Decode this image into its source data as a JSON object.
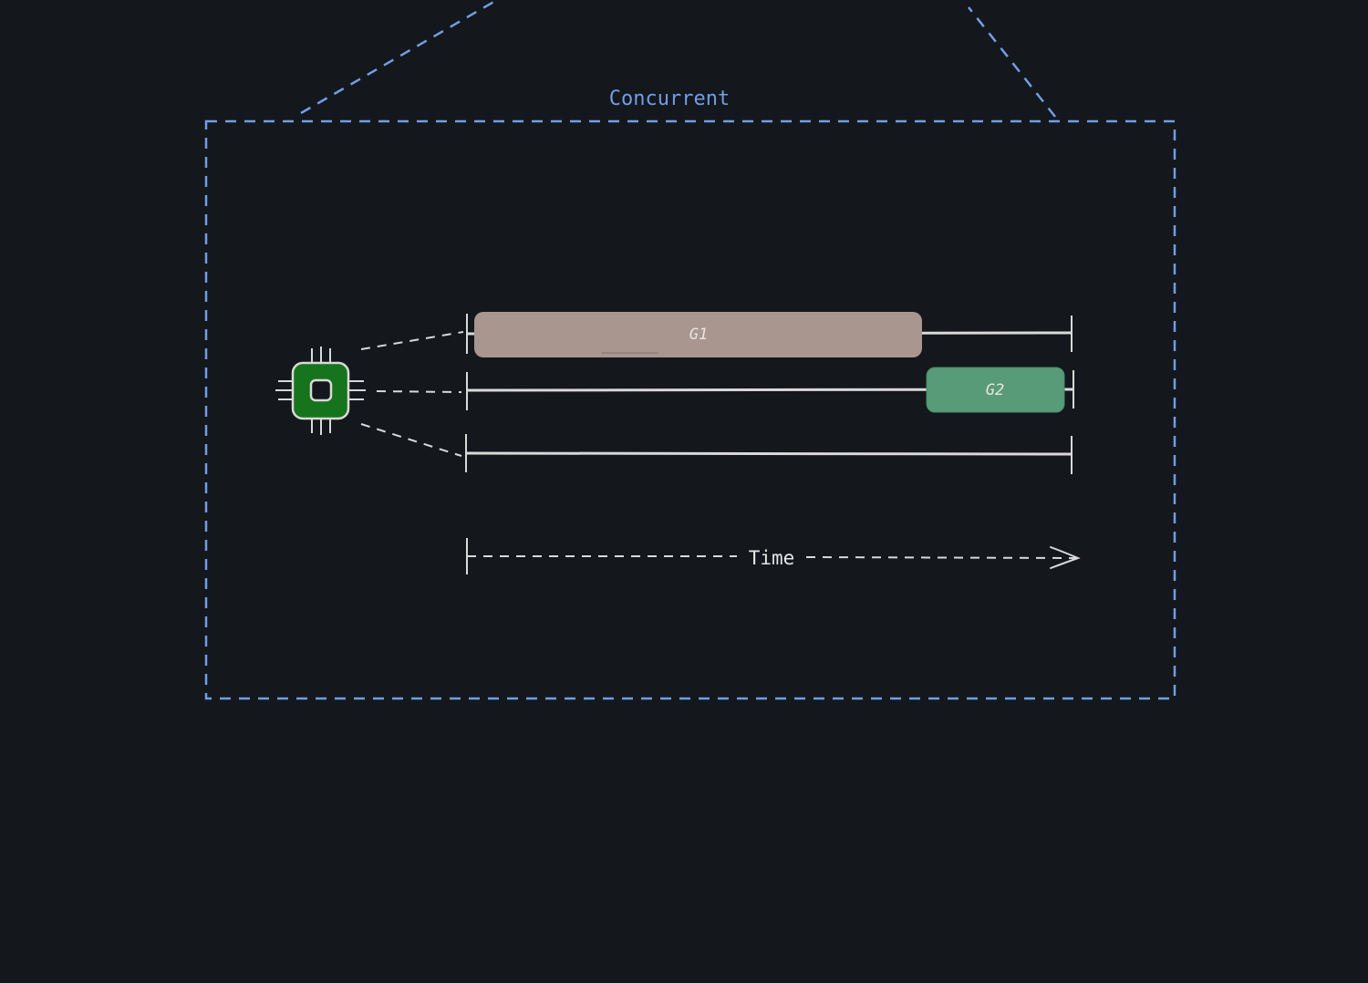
{
  "diagram": {
    "frame_title": "Concurrent",
    "axis_label": "Time",
    "processor_icon": "cpu-chip-icon",
    "tasks": [
      {
        "label": "G1",
        "color": "#a9968f",
        "lane": 1
      },
      {
        "label": "G2",
        "color": "#579b78",
        "lane": 2
      }
    ],
    "lanes": 3,
    "colors": {
      "background": "#14171c",
      "frame": "#6f9fe6",
      "line": "#d9d9d9",
      "cpu": "#16741d"
    }
  }
}
